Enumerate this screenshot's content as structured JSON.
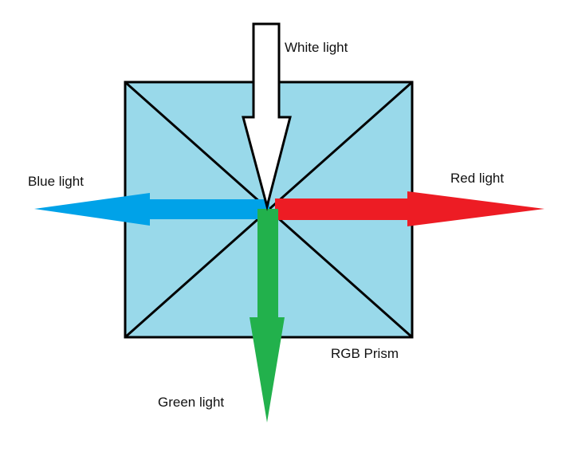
{
  "diagram": {
    "title": "RGB Prism",
    "labels": {
      "white": "White light",
      "blue": "Blue light",
      "red": "Red light",
      "green": "Green light",
      "prism": "RGB Prism"
    },
    "colors": {
      "background": "#FFFFFF",
      "prism_fill": "#99D9EA",
      "outline": "#000000",
      "white_arrow_fill": "#FFFFFF",
      "white_arrow_stroke": "#000000",
      "blue_arrow": "#00A2E8",
      "red_arrow": "#ED1C24",
      "green_arrow": "#22B14C",
      "text": "#111111"
    }
  }
}
